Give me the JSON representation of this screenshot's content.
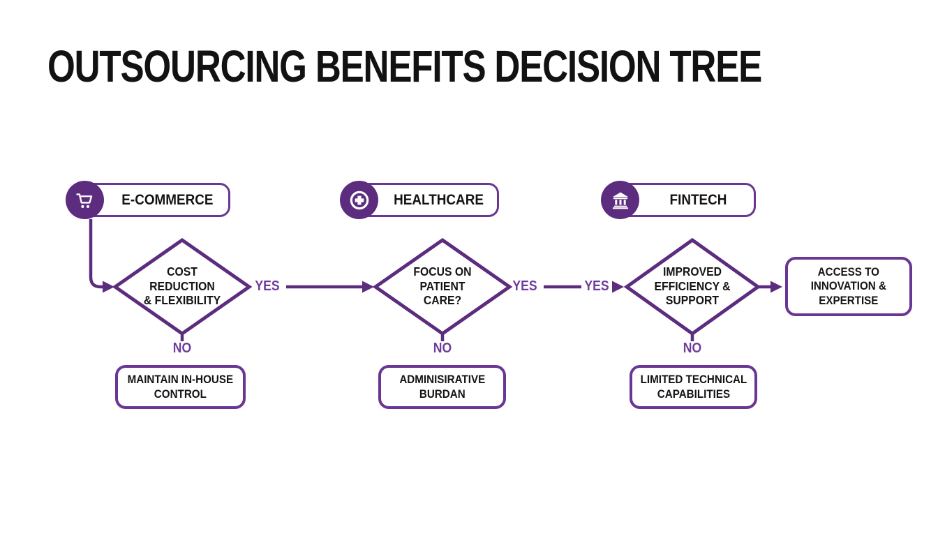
{
  "title": "OUTSOURCING BENEFITS DECISION TREE",
  "colors": {
    "shape_purple": "#5C2C7E",
    "border_purple": "#6A3694",
    "label_purple": "#6E3C9C",
    "text_black": "#141414"
  },
  "branches": [
    {
      "industry": "E-COMMERCE",
      "icon": "shopping-cart-icon",
      "decision": "COST\nREDUCTION\n& FLEXIBILITY",
      "yes_label": "YES",
      "no_label": "NO",
      "no_outcome": "MAINTAIN IN-HOUSE\nCONTROL"
    },
    {
      "industry": "HEALTHCARE",
      "icon": "medical-cross-icon",
      "decision": "FOCUS ON\nPATIENT\nCARE?",
      "yes_label": "YES",
      "no_label": "NO",
      "no_outcome": "ADMINISIRATIVE\nBURDAN"
    },
    {
      "industry": "FINTECH",
      "icon": "bank-icon",
      "decision": "IMPROVED\nEFFICIENCY &\nSUPPORT",
      "entry_yes_label": "YES",
      "no_label": "NO",
      "no_outcome": "LIMITED TECHNICAL\nCAPABILITIES",
      "yes_outcome": "ACCESS TO\nINNOVATION &\nEXPERTISE"
    }
  ]
}
